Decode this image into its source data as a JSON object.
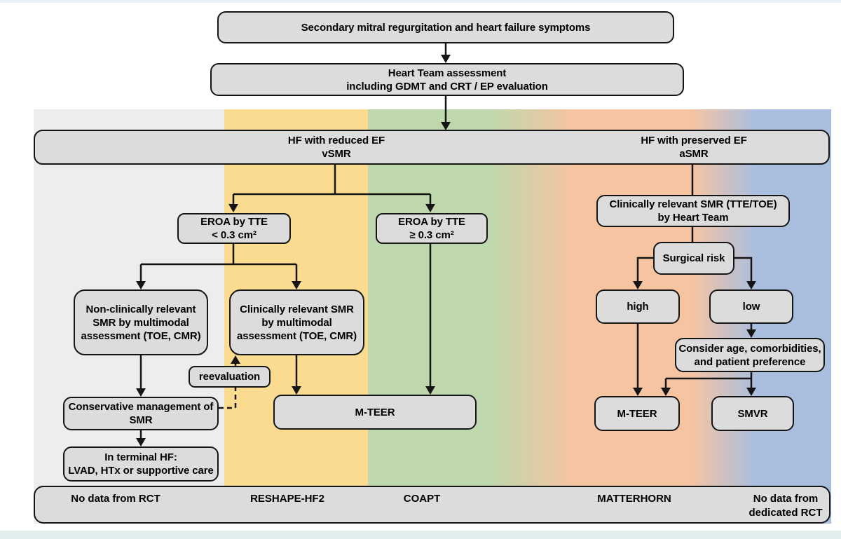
{
  "nodes": {
    "top": {
      "lines": [
        "Secondary mitral regurgitation and heart failure symptoms"
      ]
    },
    "heart_team": {
      "lines": [
        "Heart Team assessment",
        "including GDMT and CRT / EP evaluation"
      ]
    },
    "hf_reduced": {
      "lines": [
        "HF with reduced EF",
        "vSMR"
      ]
    },
    "hf_preserved": {
      "lines": [
        "HF with preserved EF",
        "aSMR"
      ]
    },
    "eroa_low": {
      "lines": [
        "EROA by TTE",
        "< 0.3 cm²"
      ]
    },
    "eroa_high": {
      "lines": [
        "EROA by TTE",
        "≥ 0.3 cm²"
      ]
    },
    "non_clinical": {
      "lines": [
        "Non-clinically relevant",
        "SMR by multimodal",
        "assessment (TOE, CMR)"
      ]
    },
    "clinical_multimodal": {
      "lines": [
        "Clinically relevant SMR",
        "by multimodal",
        "assessment (TOE, CMR)"
      ]
    },
    "reevaluation": {
      "lines": [
        "reevaluation"
      ]
    },
    "conservative": {
      "lines": [
        "Conservative management of",
        "SMR"
      ]
    },
    "terminal_hf": {
      "lines": [
        "In terminal HF:",
        "LVAD, HTx or supportive care"
      ]
    },
    "mteer_center": {
      "lines": [
        "M-TEER"
      ]
    },
    "clinical_tte": {
      "lines": [
        "Clinically relevant SMR (TTE/TOE)",
        "by Heart Team"
      ]
    },
    "surgical_risk": {
      "lines": [
        "Surgical risk"
      ]
    },
    "risk_high": {
      "lines": [
        "high"
      ]
    },
    "risk_low": {
      "lines": [
        "low"
      ]
    },
    "consider": {
      "lines": [
        "Consider age, comorbidities,",
        "and patient preference"
      ]
    },
    "mteer_right": {
      "lines": [
        "M-TEER"
      ]
    },
    "smvr": {
      "lines": [
        "SMVR"
      ]
    }
  },
  "footer": {
    "no_rct": {
      "lines": [
        "No data from RCT"
      ]
    },
    "reshape": {
      "lines": [
        "RESHAPE-HF2"
      ]
    },
    "coapt": {
      "lines": [
        "COAPT"
      ]
    },
    "matterhorn": {
      "lines": [
        "MATTERHORN"
      ]
    },
    "no_dedicated": {
      "lines": [
        "No data from",
        "dedicated RCT"
      ]
    }
  },
  "colors": {
    "band_gray": "#ededed",
    "band_yellow": "#fbdb8f",
    "band_green": "#bfd7ac",
    "band_orange": "#f7c4a2",
    "band_blue": "#a9bedf",
    "node_fill": "#dcdcdc",
    "node_border": "#151515",
    "bottom_strip": "#e2eeee"
  }
}
